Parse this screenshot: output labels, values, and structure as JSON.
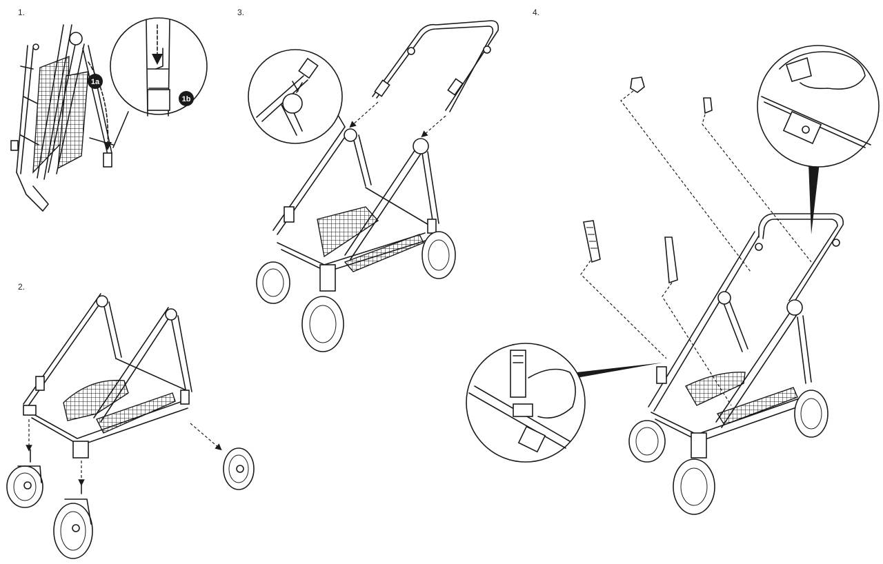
{
  "steps": [
    {
      "number": "1.",
      "badges": [
        "1a",
        "1b"
      ]
    },
    {
      "number": "2."
    },
    {
      "number": "3."
    },
    {
      "number": "4."
    }
  ]
}
